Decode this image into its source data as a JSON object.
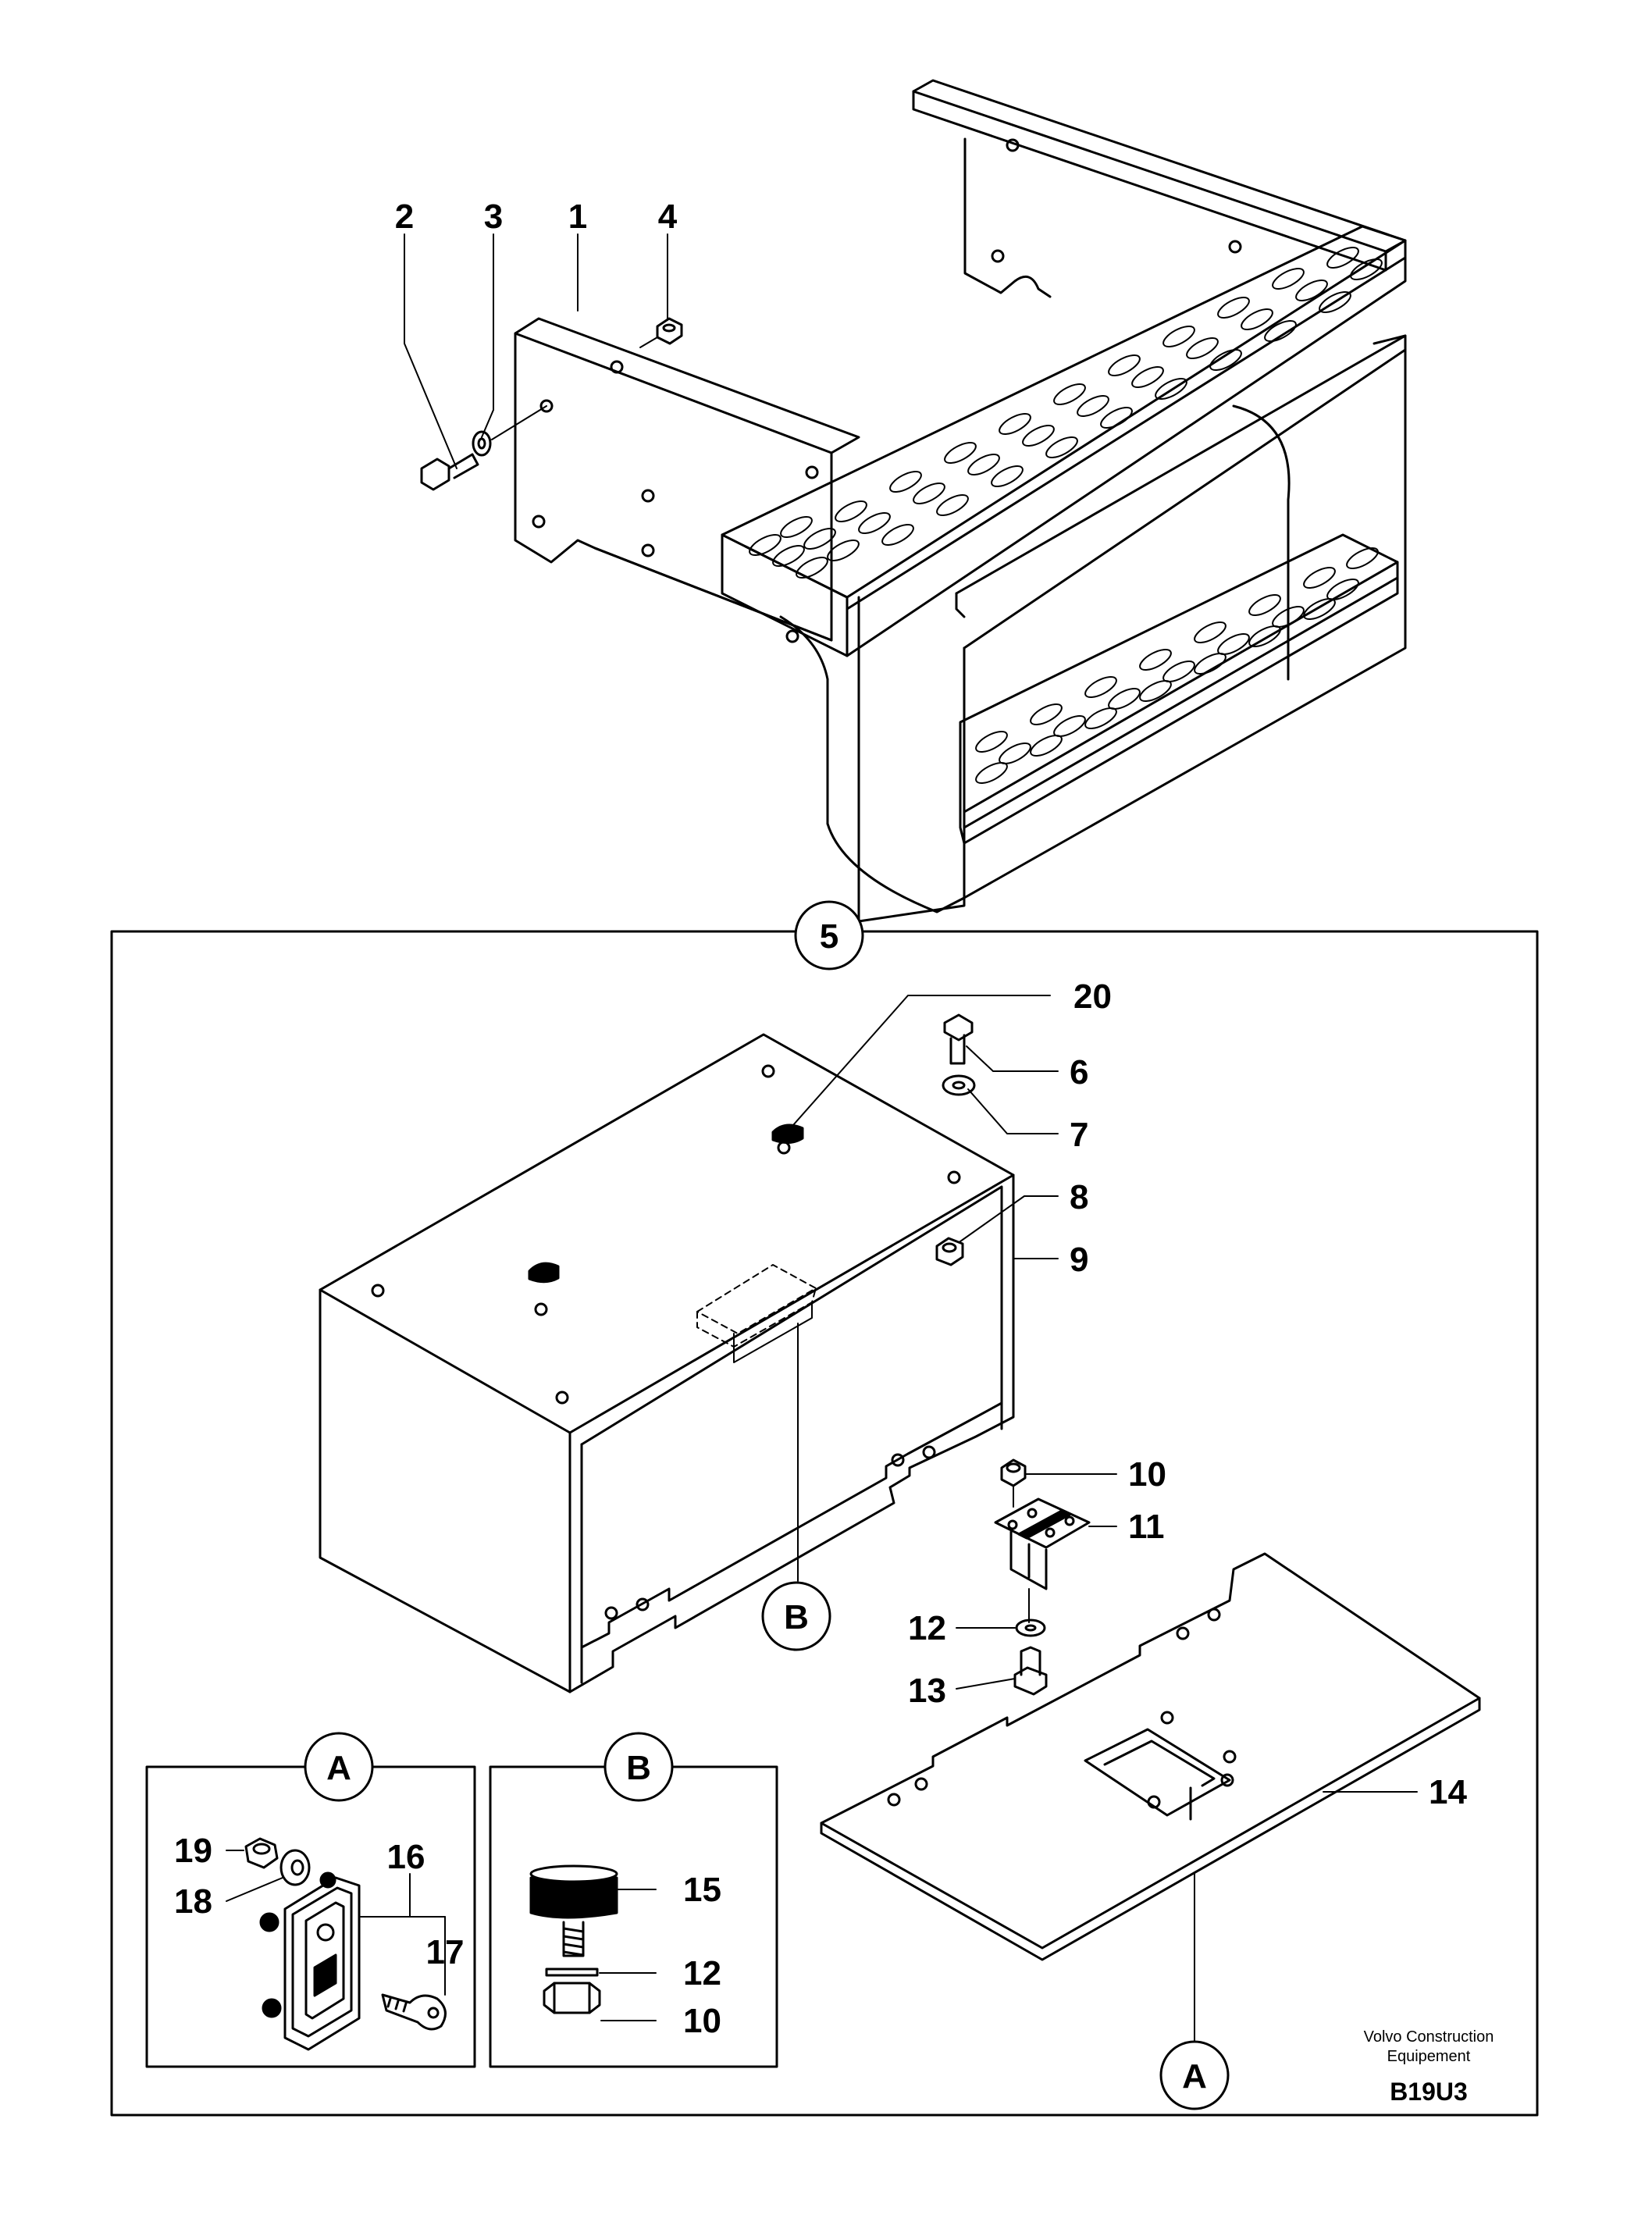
{
  "callouts": {
    "c1": "1",
    "c2": "2",
    "c3": "3",
    "c4": "4",
    "c5": "5",
    "c6": "6",
    "c7": "7",
    "c8": "8",
    "c9": "9",
    "c10": "10",
    "c11": "11",
    "c12": "12",
    "c13": "13",
    "c14": "14",
    "c15": "15",
    "c16": "16",
    "c17": "17",
    "c18": "18",
    "c19": "19",
    "c20": "20",
    "c10b": "10",
    "c12b": "12"
  },
  "detail_labels": {
    "main_a": "A",
    "main_b": "B",
    "box_a": "A",
    "box_b": "B"
  },
  "footer": {
    "company_line1": "Volvo Construction",
    "company_line2": "Equipement",
    "code": "B19U3"
  }
}
